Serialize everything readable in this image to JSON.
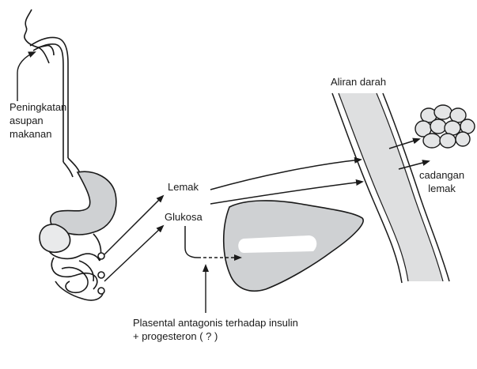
{
  "labels": {
    "intake": [
      "Peningkatan",
      "asupan",
      "makanan"
    ],
    "blood_flow": "Aliran darah",
    "fat": "Lemak",
    "glucose": "Glukosa",
    "fat_storage": [
      "cadangan",
      "lemak"
    ],
    "antagonist": [
      "Plasental antagonis terhadap insulin",
      "+ progesteron ( ? )"
    ]
  },
  "colors": {
    "stroke": "#1a1a1a",
    "organ_fill": "#cfd1d3",
    "organ_light": "#e9eaeb",
    "vessel_fill": "#dedfe0"
  },
  "icons": {
    "head": "head-profile-icon",
    "digestive": "digestive-tract-icon",
    "liver": "liver-icon",
    "vessel": "blood-vessel-icon",
    "fat_cells": "fat-cells-icon"
  }
}
